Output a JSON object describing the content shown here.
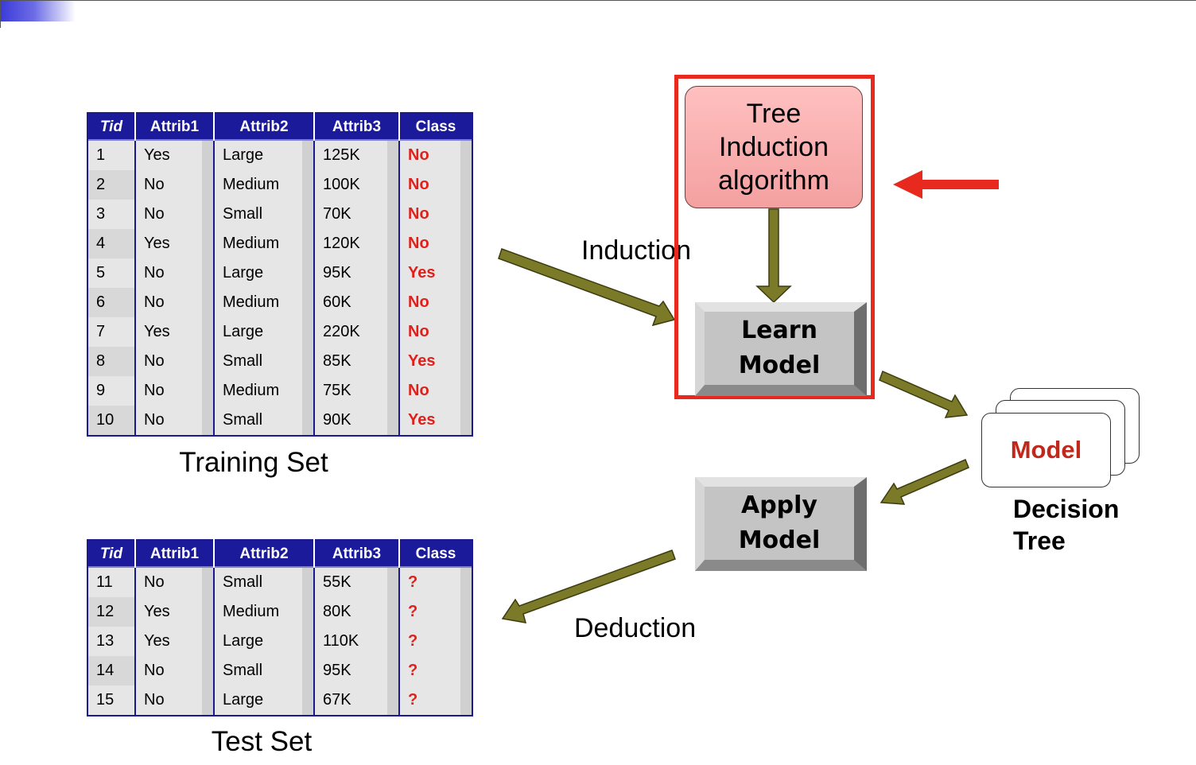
{
  "columns": [
    "Tid",
    "Attrib1",
    "Attrib2",
    "Attrib3",
    "Class"
  ],
  "training_set": {
    "caption": "Training Set",
    "rows": [
      [
        "1",
        "Yes",
        "Large",
        "125K",
        "No"
      ],
      [
        "2",
        "No",
        "Medium",
        "100K",
        "No"
      ],
      [
        "3",
        "No",
        "Small",
        "70K",
        "No"
      ],
      [
        "4",
        "Yes",
        "Medium",
        "120K",
        "No"
      ],
      [
        "5",
        "No",
        "Large",
        "95K",
        "Yes"
      ],
      [
        "6",
        "No",
        "Medium",
        "60K",
        "No"
      ],
      [
        "7",
        "Yes",
        "Large",
        "220K",
        "No"
      ],
      [
        "8",
        "No",
        "Small",
        "85K",
        "Yes"
      ],
      [
        "9",
        "No",
        "Medium",
        "75K",
        "No"
      ],
      [
        "10",
        "No",
        "Small",
        "90K",
        "Yes"
      ]
    ]
  },
  "test_set": {
    "caption": "Test Set",
    "rows": [
      [
        "11",
        "No",
        "Small",
        "55K",
        "?"
      ],
      [
        "12",
        "Yes",
        "Medium",
        "80K",
        "?"
      ],
      [
        "13",
        "Yes",
        "Large",
        "110K",
        "?"
      ],
      [
        "14",
        "No",
        "Small",
        "95K",
        "?"
      ],
      [
        "15",
        "No",
        "Large",
        "67K",
        "?"
      ]
    ]
  },
  "algorithm_box": {
    "line1": "Tree",
    "line2": "Induction",
    "line3": "algorithm"
  },
  "learn_model": {
    "line1": "Learn",
    "line2": "Model"
  },
  "apply_model": {
    "line1": "Apply",
    "line2": "Model"
  },
  "model_card": {
    "label": "Model"
  },
  "decision_tree": {
    "line1": "Decision",
    "line2": "Tree"
  },
  "induction_label": "Induction",
  "deduction_label": "Deduction",
  "colors": {
    "header_blue": "#1a1a9a",
    "class_red": "#e0201a",
    "frame_red": "#e8291d",
    "arrow_olive": "#7a7a28",
    "model_text": "#c0281c"
  }
}
